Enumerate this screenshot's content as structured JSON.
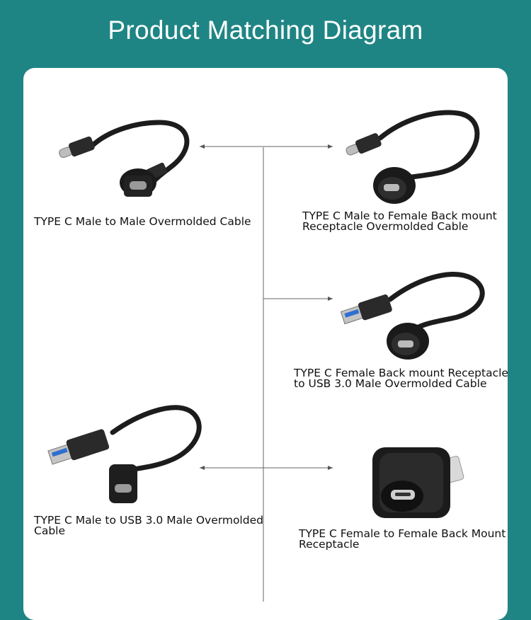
{
  "title": "Product Matching Diagram",
  "products": [
    {
      "line1": "TYPE C Male to Male Overmolded Cable",
      "line2": ""
    },
    {
      "line1": "TYPE C Male to Female Back mount",
      "line2": "Receptacle Overmolded Cable"
    },
    {
      "line1": "TYPE C Female Back mount Receptacle",
      "line2": "to USB 3.0 Male Overmolded Cable"
    },
    {
      "line1": "TYPE C Male to USB 3.0 Male Overmolded",
      "line2": "Cable"
    },
    {
      "line1": "TYPE C Female to Female Back Mount",
      "line2": "Receptacle"
    }
  ],
  "colors": {
    "background": "#1f8584",
    "panel": "#ffffff",
    "connector": "#222222",
    "usb3_blue": "#2f6fd0"
  }
}
